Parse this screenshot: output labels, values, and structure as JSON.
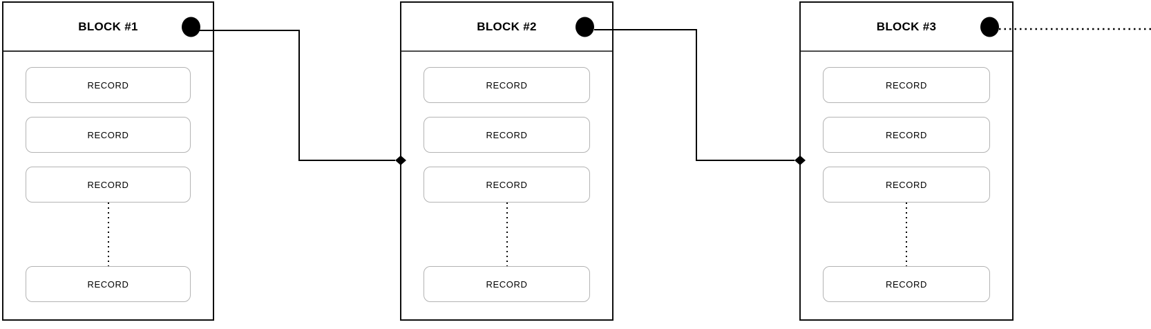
{
  "blocks": [
    {
      "title": "BLOCK #1",
      "records": [
        "RECORD",
        "RECORD",
        "RECORD",
        "RECORD"
      ]
    },
    {
      "title": "BLOCK #2",
      "records": [
        "RECORD",
        "RECORD",
        "RECORD",
        "RECORD"
      ]
    },
    {
      "title": "BLOCK #3",
      "records": [
        "RECORD",
        "RECORD",
        "RECORD",
        "RECORD"
      ]
    }
  ],
  "icons": {
    "link_dot": "filled-black-circle",
    "connector_arrowhead": "filled-black-diamond",
    "ellipsis": "vertical-dotted-line"
  },
  "colors": {
    "block_border": "#0d0d0d",
    "header_divider": "#4d4d4d",
    "record_border": "#b3b3b3",
    "connector": "#000000",
    "background": "#ffffff"
  }
}
